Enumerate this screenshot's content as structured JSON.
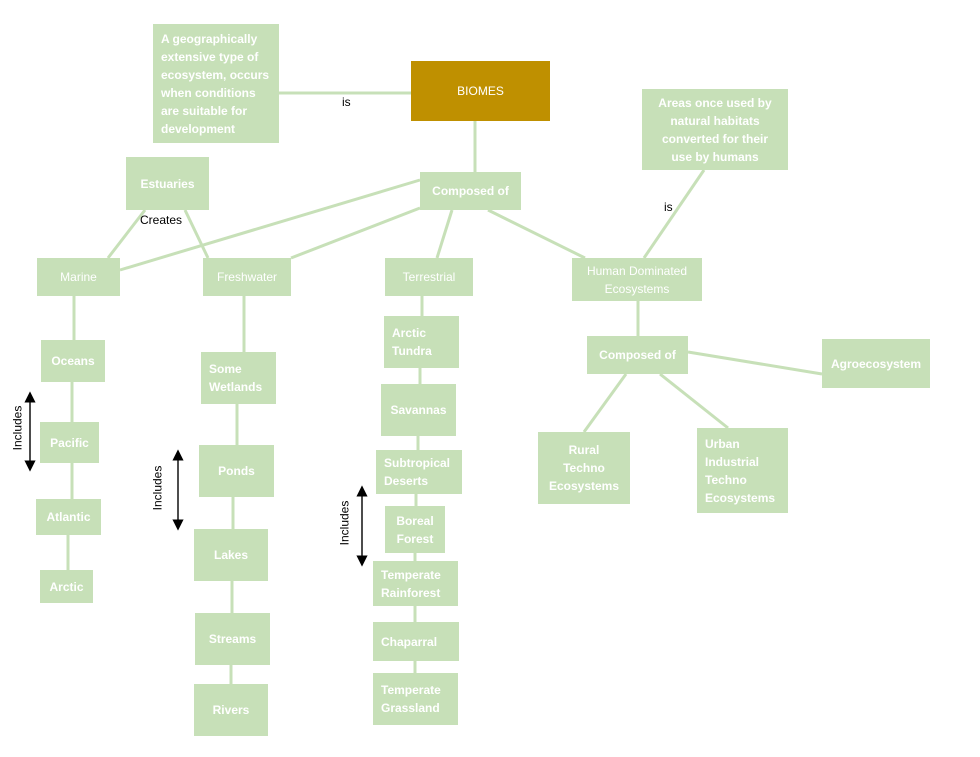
{
  "colors": {
    "node_fill": "#c7e0b8",
    "root_fill": "#bf9000",
    "connector": "#c7e0b8",
    "node_text": "#ffffff"
  },
  "nodes": {
    "root": "BIOMES",
    "definition": "A geographically extensive type of ecosystem, occurs when conditions are suitable for development",
    "composed_of": "Composed of",
    "estuaries": "Estuaries",
    "marine": "Marine",
    "freshwater": "Freshwater",
    "terrestrial": "Terrestrial",
    "human_dominated": "Human Dominated\nEcosystems",
    "human_definition": "Areas once used by natural habitats converted for their use by humans",
    "oceans": "Oceans",
    "pacific": "Pacific",
    "atlantic": "Atlantic",
    "arctic": "Arctic",
    "some_wetlands": "Some\nWetlands",
    "ponds": "Ponds",
    "lakes": "Lakes",
    "streams": "Streams",
    "rivers": "Rivers",
    "arctic_tundra": "Arctic\nTundra",
    "savannas": "Savannas",
    "subtropical_deserts": "Subtropical\nDeserts",
    "boreal_forest": "Boreal\nForest",
    "temperate_rainforest": "Temperate\nRainforest",
    "chaparral": "Chaparral",
    "temperate_grassland": "Temperate\nGrassland",
    "human_composed_of": "Composed of",
    "agroecosystem": "Agroecosystem",
    "rural": "Rural\nTechno\nEcosystems",
    "urban": "Urban\nIndustrial\nTechno\nEcosystems"
  },
  "labels": {
    "is_root": "is",
    "creates": "Creates",
    "is_human": "is",
    "includes_marine": "Includes",
    "includes_freshwater": "Includes",
    "includes_terrestrial": "Includes"
  }
}
